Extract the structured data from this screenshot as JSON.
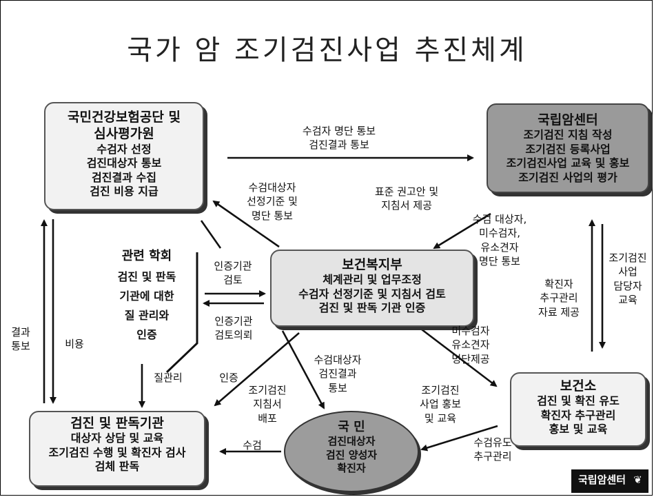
{
  "title": "국가 암 조기검진사업 추진체계",
  "nodes": {
    "nhis": [
      "국민건강보험공단 및",
      "심사평가원",
      "수검자 선정",
      "검진대상자 통보",
      "검진결과 수집",
      "검진 비용 지급"
    ],
    "ncc": [
      "국립암센터",
      "조기검진 지침 작성",
      "조기검진 등록사업",
      "조기검진사업 교육 및 홍보",
      "조기검진 사업의 평가"
    ],
    "ministry": [
      "보건복지부",
      "체계관리 및 업무조정",
      "수검자 선정기준 및 지침서 검토",
      "검진 및 판독 기관 인증"
    ],
    "society": [
      "관련 학회",
      "검진 및 판독",
      "기관에 대한",
      "질 관리와",
      "인증"
    ],
    "health_center": [
      "보건소",
      "검진 및 확진 유도",
      "확진자 추구관리",
      "홍보 및 교육"
    ],
    "screening_org": [
      "검진 및 판독기관",
      "대상자 상담 및 교육",
      "조기검진 수행 및 확진자 검사",
      "검체 판독"
    ],
    "citizen": [
      "국 민",
      "검진대상자",
      "검진 양성자",
      "확진자"
    ]
  },
  "labels": {
    "nhis_to_ncc": [
      "수검자 명단 통보",
      "검진결과 통보"
    ],
    "ministry_to_nhis": [
      "수검대상자",
      "선정기준 및",
      "명단 통보"
    ],
    "ncc_to_ministry": [
      "표준 권고안 및",
      "지침서 제공"
    ],
    "hc_to_ministry": [
      "수검 대상자,",
      "미수검자,",
      "유소견자",
      "명단 통보"
    ],
    "ncc_hc": [
      "조기검진",
      "사업",
      "담당자",
      "교육"
    ],
    "hc_to_ncc": [
      "확진자",
      "추구관리",
      "자료 제공"
    ],
    "cert_review": [
      "인증기관",
      "검토"
    ],
    "cert_request": [
      "인증기관",
      "검토의뢰"
    ],
    "result_notice": [
      "결과",
      "통보"
    ],
    "cost": "비용",
    "quality": "질관리",
    "certification": "인증",
    "guideline": [
      "조기검진",
      "지침서",
      "배포"
    ],
    "ministry_to_citizen": [
      "수검대상자",
      "검진결과",
      "통보"
    ],
    "ministry_to_hc": [
      "미수검자",
      "유소견자",
      "명단제공"
    ],
    "hc_to_citizen_promo": [
      "조기검진",
      "사업 홍보",
      "및 교육"
    ],
    "hc_to_citizen": [
      "수검유도",
      "추구관리"
    ],
    "screening": "수검"
  },
  "logo": "국립암센터"
}
